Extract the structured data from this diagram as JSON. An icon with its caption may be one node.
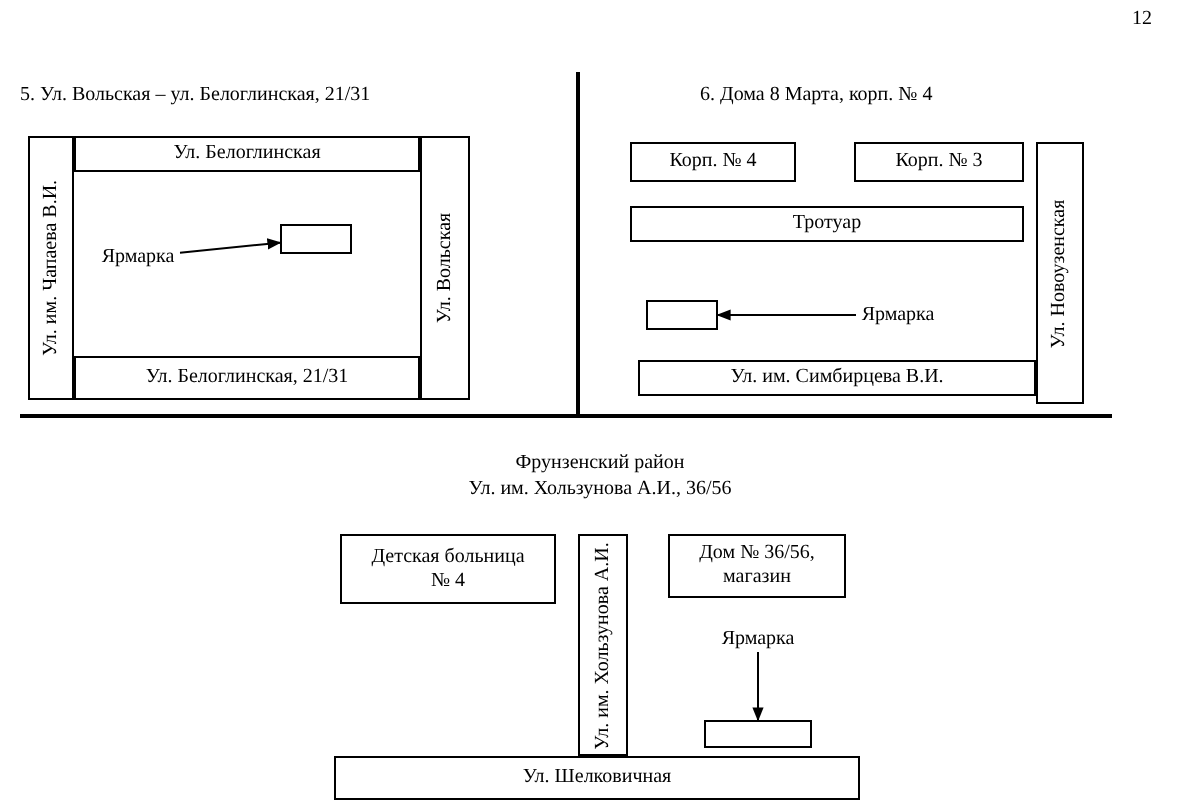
{
  "diagram": {
    "nodes": [
      {
        "text": [
          "Ул. Белоглинская"
        ]
      },
      {
        "text": [
          "Ул. им. Чапаева В.И."
        ]
      },
      {
        "text": [
          "Ярмарка"
        ]
      },
      {
        "text": [],
        "shape": "box"
      },
      {
        "text": [
          "Ул. Вольская"
        ]
      },
      {
        "text": [
          "Ул. Белоглинская, 21/31"
        ]
      },
      {
        "text": [
          "Корп. № 4"
        ]
      },
      {
        "text": [
          "Корп. № 3"
        ]
      },
      {
        "text": [
          "Ул. Новоузенская"
        ]
      },
      {
        "text": [
          "Тротуар"
        ]
      },
      {
        "text": [],
        "shape": "box"
      },
      {
        "text": [
          "Ярмарка"
        ]
      },
      {
        "text": [
          "Ул. им. Симбирцева В.И."
        ]
      },
      {
        "text": [
          "Детская больница № 4"
        ]
      },
      {
        "text": [
          "Ул. им. Хользунова А.И."
        ]
      },
      {
        "text": [
          "Дом № 36/56, магазин"
        ]
      },
      {
        "text": [
          "Ярмарка"
        ]
      },
      {
        "text": [],
        "shape": "box"
      },
      {
        "text": [
          "Ул. Шелковичная"
        ]
      }
    ],
    "edges": [
      {
        "from": 2,
        "to": 3,
        "arrow": "to"
      },
      {
        "from": 11,
        "to": 10,
        "arrow": "to"
      },
      {
        "from": 16,
        "to": 17,
        "arrow": "to"
      }
    ],
    "labels": [
      "12",
      "5. Ул. Вольская – ул. Белоглинская, 21/31",
      "6. Дома 8 Марта, корп. № 4",
      "Фрунзенский район",
      "Ул. им. Хользунова А.И., 36/56"
    ]
  }
}
